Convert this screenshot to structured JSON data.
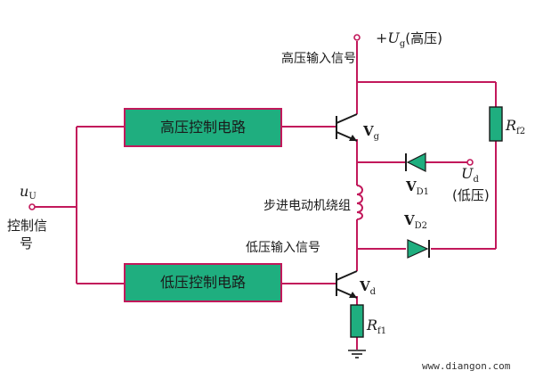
{
  "blocks": {
    "high_ctrl": "高压控制电路",
    "low_ctrl": "低压控制电路"
  },
  "labels": {
    "high_input": "高压输入信号",
    "low_input": "低压输入信号",
    "winding": "步进电动机绕组",
    "control_signal_line1": "控制信",
    "control_signal_line2": "号"
  },
  "symbols": {
    "u_u_main": "u",
    "u_u_sub": "U",
    "ug_prefix": "+",
    "ug_main": "U",
    "ug_sub": "g",
    "ug_suffix": "(高压)",
    "ud_main": "U",
    "ud_sub": "d",
    "ud_suffix": "(低压)",
    "vg_main": "V",
    "vg_sub": "g",
    "vd_main": "V",
    "vd_sub": "d",
    "vd1_main": "V",
    "vd1_sub": "D1",
    "vd2_main": "V",
    "vd2_sub": "D2",
    "rf1_main": "R",
    "rf1_sub": "f1",
    "rf2_main": "R",
    "rf2_sub": "f2"
  },
  "watermark": "www.diangon.com",
  "colors": {
    "wire": "#c2185b",
    "block_fill": "#1fae7f",
    "component_fill": "#1fae7f",
    "text": "#1a1a1a",
    "background": "#ffffff"
  }
}
